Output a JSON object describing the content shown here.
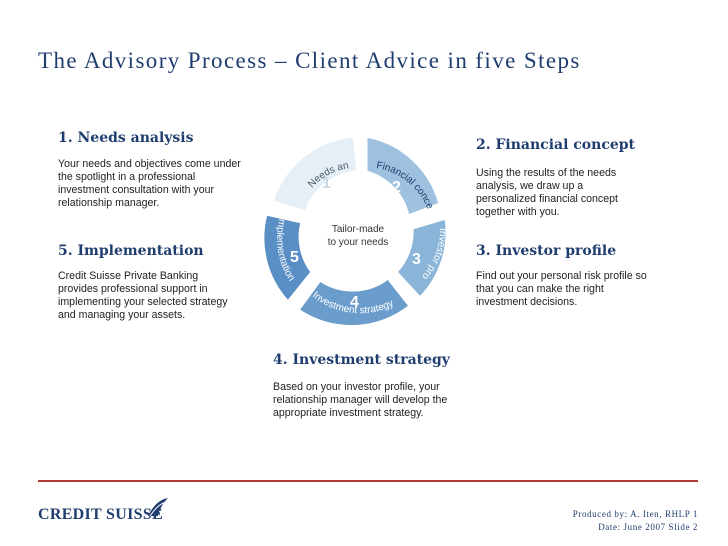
{
  "title": "The Advisory Process – Client Advice in five Steps",
  "steps": [
    {
      "heading": "1. Needs analysis",
      "text": "Your needs and objectives come under the spotlight in a professional investment consultation with your relationship manager."
    },
    {
      "heading": "2. Financial concept",
      "text": "Using the results of the needs analysis, we draw up a personalized financial concept together with you."
    },
    {
      "heading": "3. Investor profile",
      "text": "Find out your personal risk profile so that you can make the right investment decisions."
    },
    {
      "heading": "4. Investment strategy",
      "text": "Based on your investor profile, your relationship manager will develop the appropriate investment strategy."
    },
    {
      "heading": "5. Implementation",
      "text": "Credit Suisse Private Banking provides professional support in implementing your selected strategy and managing your assets."
    }
  ],
  "diagram": {
    "center_line1": "Tailor-made",
    "center_line2": "to your needs",
    "segments": [
      {
        "label": "Needs analysis",
        "number": "1",
        "color": "#e6eff6"
      },
      {
        "label": "Financial concept",
        "number": "2",
        "color": "#9ec1df"
      },
      {
        "label": "Investor profile",
        "number": "3",
        "color": "#8ab4d8"
      },
      {
        "label": "Investment strategy",
        "number": "4",
        "color": "#6a9dcc"
      },
      {
        "label": "Implementation",
        "number": "5",
        "color": "#5a8fc6"
      }
    ]
  },
  "footer": {
    "logo": "CREDIT SUISSE",
    "produced_by": "Produced by: A. Iten, RHLP 1",
    "date_slide": "Date: June 2007 Slide 2"
  }
}
